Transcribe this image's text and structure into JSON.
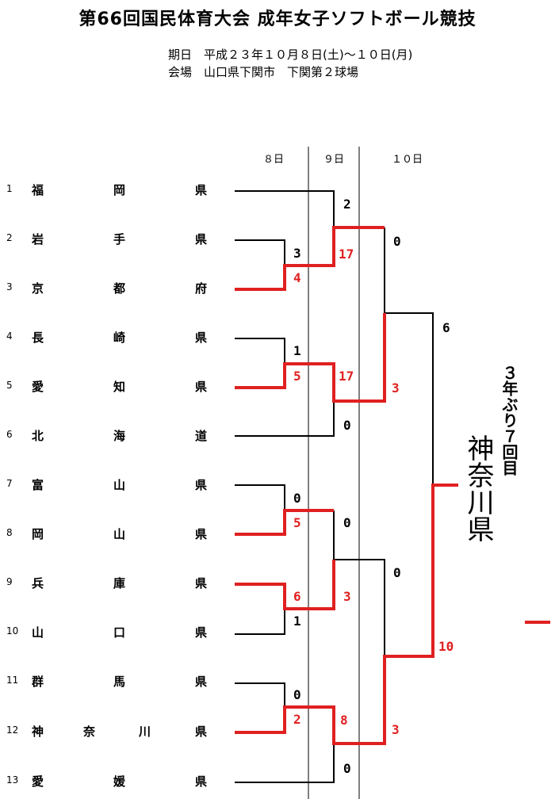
{
  "title": "第66回国民体育大会 成年女子ソフトボール競技",
  "period_label": "期日　平成２３年１０月８日(土)～１０日(月)",
  "venue_label": "会場　山口県下関市　下関第２球場",
  "days": [
    "８日",
    "９日",
    "１０日"
  ],
  "teams": [
    {
      "num": "1",
      "name": [
        "福",
        "岡",
        "県"
      ]
    },
    {
      "num": "2",
      "name": [
        "岩",
        "手",
        "県"
      ]
    },
    {
      "num": "3",
      "name": [
        "京",
        "都",
        "府"
      ]
    },
    {
      "num": "4",
      "name": [
        "長",
        "崎",
        "県"
      ]
    },
    {
      "num": "5",
      "name": [
        "愛",
        "知",
        "県"
      ]
    },
    {
      "num": "6",
      "name": [
        "北",
        "海",
        "道"
      ]
    },
    {
      "num": "7",
      "name": [
        "富",
        "山",
        "県"
      ]
    },
    {
      "num": "8",
      "name": [
        "岡",
        "山",
        "県"
      ]
    },
    {
      "num": "9",
      "name": [
        "兵",
        "庫",
        "県"
      ]
    },
    {
      "num": "10",
      "name": [
        "山",
        "口",
        "県"
      ]
    },
    {
      "num": "11",
      "name": [
        "群",
        "馬",
        "県"
      ]
    },
    {
      "num": "12",
      "name": [
        "神",
        "奈",
        "川",
        "県"
      ]
    },
    {
      "num": "13",
      "name": [
        "愛",
        "媛",
        "県"
      ]
    }
  ],
  "scores": {
    "r1_2v3": [
      "3",
      "4"
    ],
    "r1_4v5": [
      "1",
      "5"
    ],
    "r1_7v8": [
      "0",
      "5"
    ],
    "r1_9v10": [
      "6",
      "1"
    ],
    "r1_11v12": [
      "0",
      "2"
    ],
    "r2_1vW": [
      "2",
      "17"
    ],
    "r2_Wv6": [
      "17",
      "0"
    ],
    "r2_WvW_top": [
      "0",
      "3"
    ],
    "r2_Wv13": [
      "8",
      "0"
    ],
    "qf_top": [
      "0",
      "3"
    ],
    "qf_bottom": [
      "0",
      "3"
    ],
    "final": [
      "6",
      "10"
    ]
  },
  "champion": "神奈川県",
  "champion_note": "３年ぶり７回目",
  "colors": {
    "win": "#e02020",
    "line": "#000000"
  }
}
